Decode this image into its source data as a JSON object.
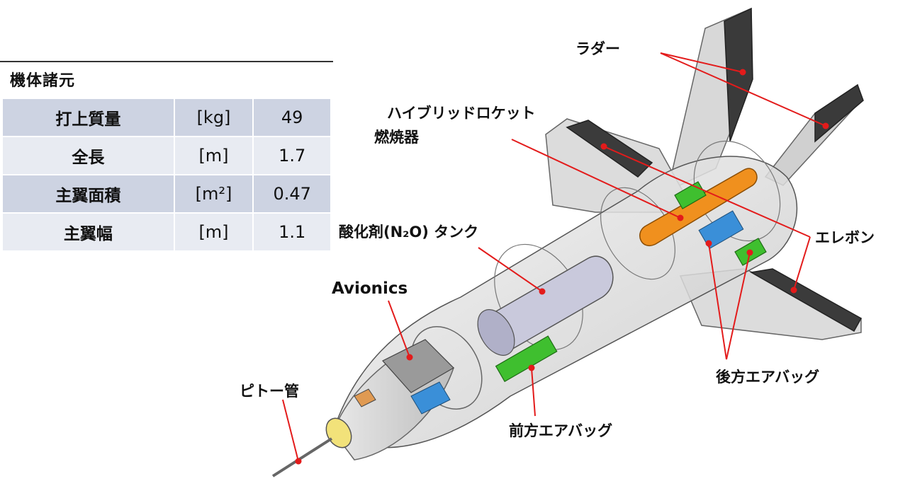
{
  "spec": {
    "title": "機体諸元",
    "rows": [
      {
        "name": "打上質量",
        "unit": "[kg]",
        "value": "49"
      },
      {
        "name": "全長",
        "unit": "[m]",
        "value": "1.7"
      },
      {
        "name": "主翼面積",
        "unit": "[m²]",
        "value": "0.47"
      },
      {
        "name": "主翼幅",
        "unit": "[m]",
        "value": "1.1"
      }
    ]
  },
  "labels": {
    "rudder": "ラダー",
    "hybrid_line1": "ハイブリッドロケット",
    "hybrid_line2": "燃焼器",
    "oxidizer_tank": "酸化剤(N₂O) タンク",
    "avionics": "Avionics",
    "elevon": "エレボン",
    "rear_airbag": "後方エアバッグ",
    "front_airbag": "前方エアバッグ",
    "pitot": "ピトー管"
  },
  "colors": {
    "leader": "#e31b1b",
    "engine": "#f0901e",
    "airbag": "#3fbf2f",
    "tank": "#c9c9dc"
  }
}
